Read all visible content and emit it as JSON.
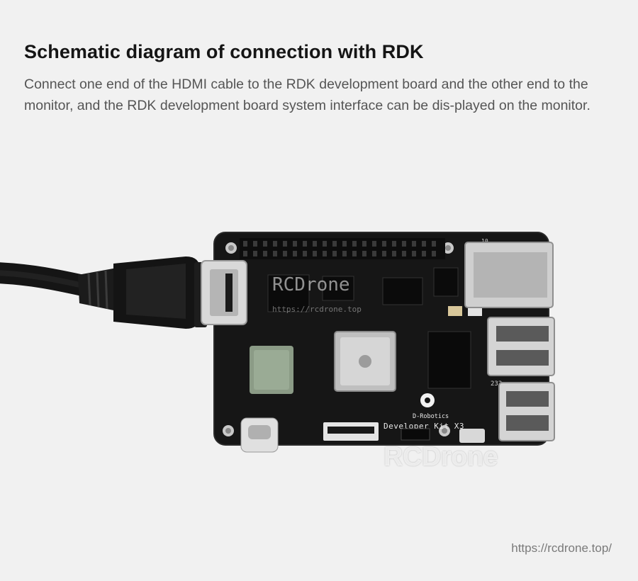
{
  "heading": "Schematic diagram of connection with RDK",
  "description": "Connect one end of the HDMI cable to the RDK development board and the other end to the monitor, and the RDK development board system interface can be dis-played on the monitor.",
  "board": {
    "brand_label": "D-Robotics",
    "model_label": "Developer Kit X3",
    "port_label": "232",
    "silk_label": "10"
  },
  "watermark": {
    "overlay_text": "RCDrone",
    "overlay_url": "https://rcdrone.top",
    "bottom_text": "RCDrone"
  },
  "footer": {
    "url": "https://rcdrone.top/"
  }
}
